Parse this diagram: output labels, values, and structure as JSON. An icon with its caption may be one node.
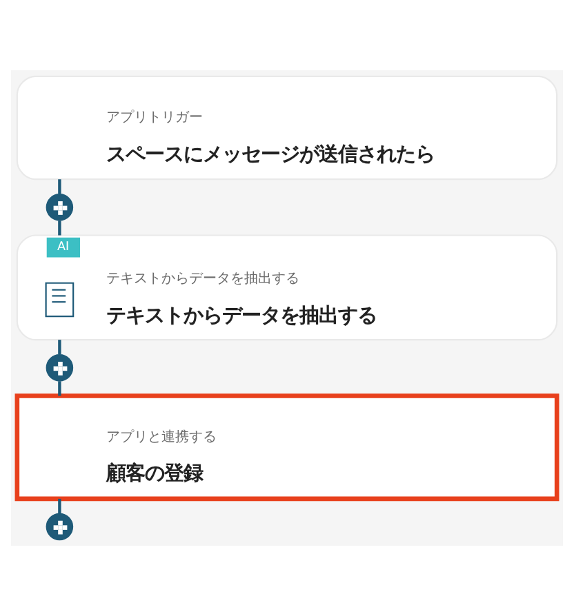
{
  "diagram": {
    "nodes": [
      {
        "text": [
          "アプリトリガー",
          "スペースにメッセージが送信されたら"
        ]
      },
      {
        "text": [],
        "shape": "circle"
      },
      {
        "text": [
          "AI",
          "テキストからデータを抽出する",
          "テキストからデータを抽出する"
        ]
      },
      {
        "text": [],
        "shape": "circle"
      },
      {
        "text": [
          "アプリと連携する",
          "顧客の登録"
        ]
      },
      {
        "text": [],
        "shape": "circle"
      }
    ],
    "edges": [
      {
        "from": 0,
        "to": 1,
        "arrow": "none"
      },
      {
        "from": 1,
        "to": 2,
        "arrow": "none"
      },
      {
        "from": 2,
        "to": 3,
        "arrow": "none"
      },
      {
        "from": 3,
        "to": 4,
        "arrow": "none"
      },
      {
        "from": 4,
        "to": 5,
        "arrow": "none"
      }
    ]
  }
}
